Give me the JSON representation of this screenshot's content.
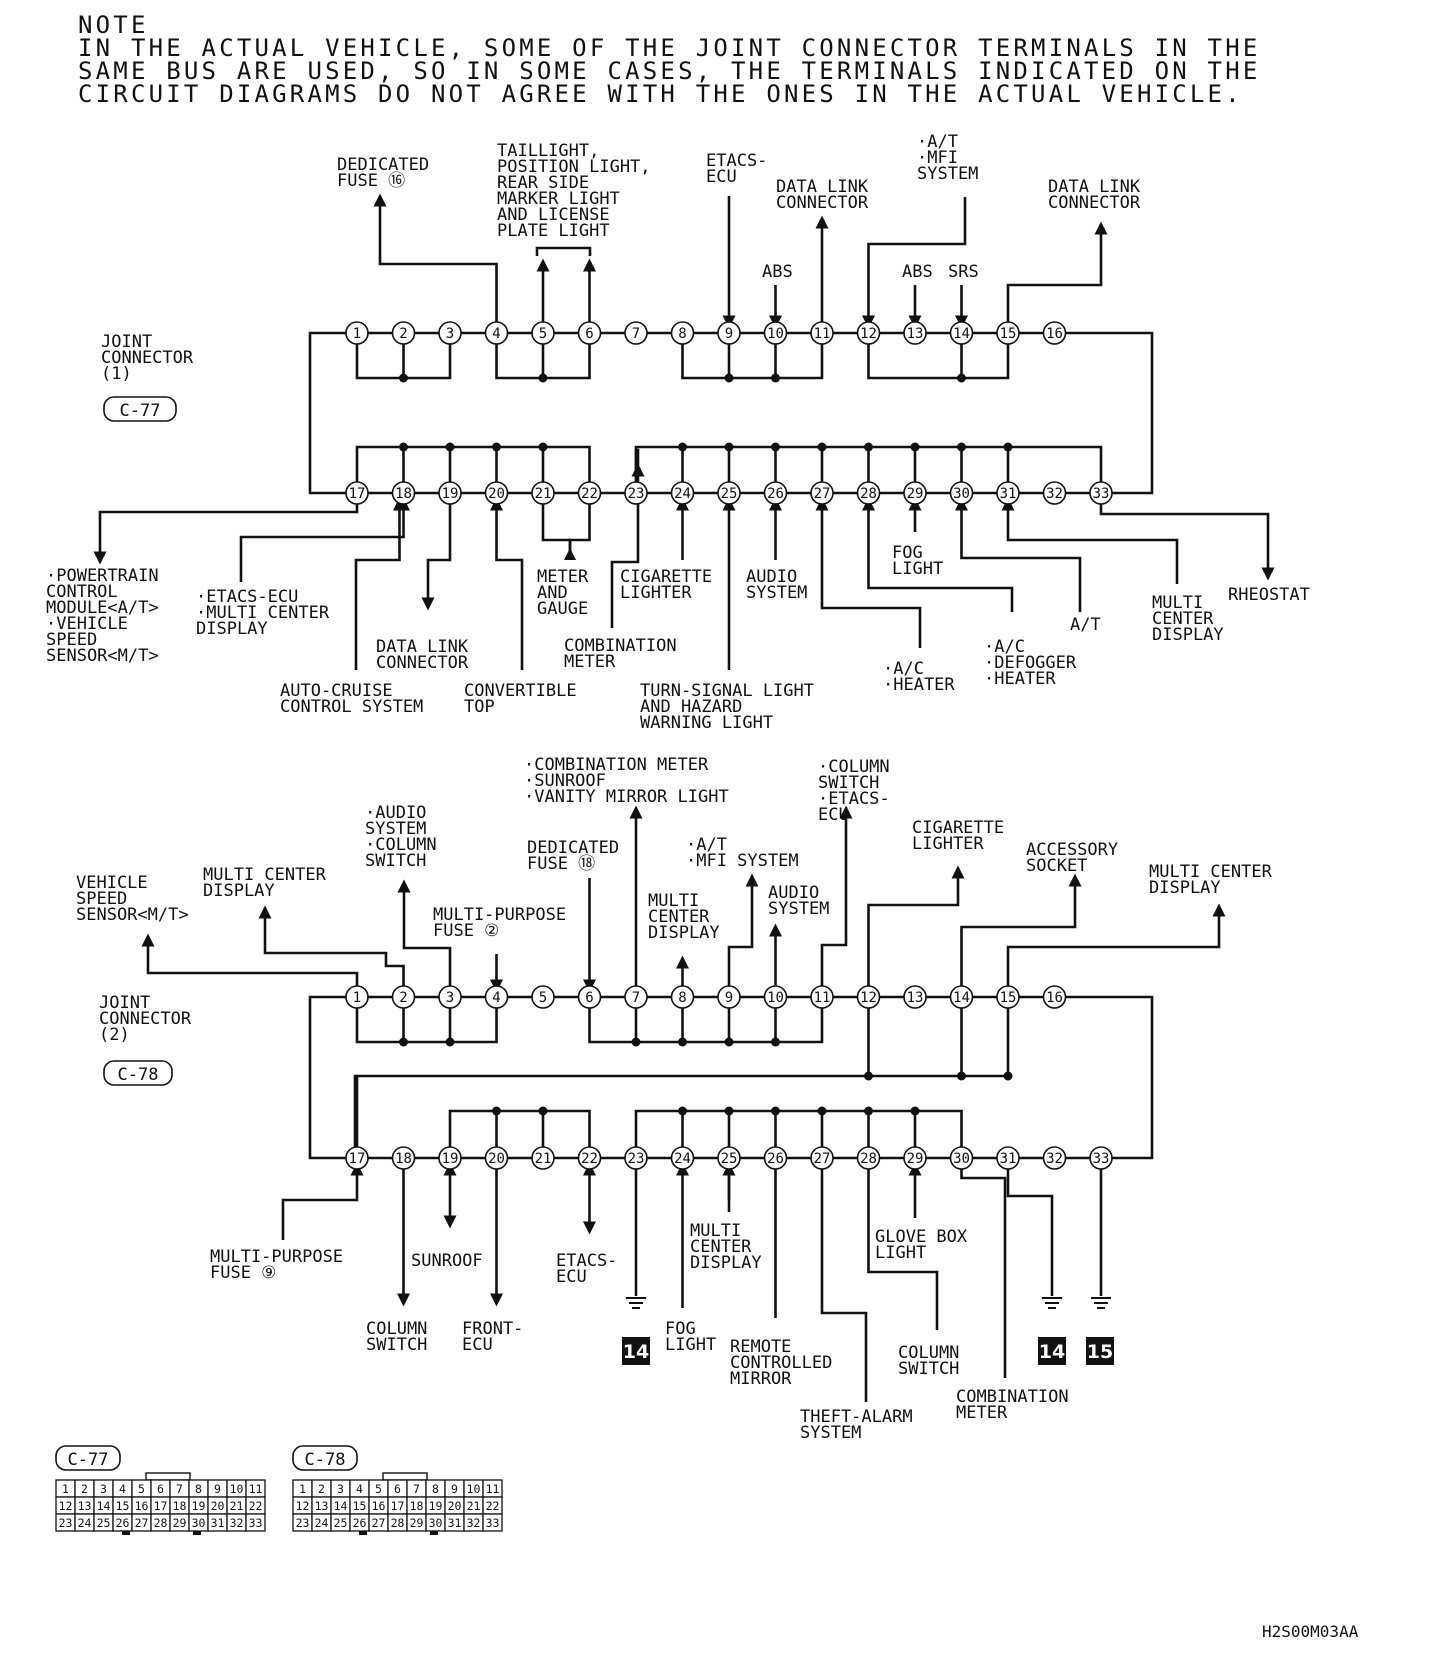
{
  "note": {
    "title": "NOTE",
    "lines": [
      "IN THE ACTUAL VEHICLE, SOME OF THE JOINT CONNECTOR TERMINALS IN THE",
      "SAME BUS ARE USED, SO IN SOME CASES, THE TERMINALS INDICATED ON THE",
      "CIRCUIT DIAGRAMS DO NOT AGREE WITH THE ONES IN THE ACTUAL VEHICLE."
    ]
  },
  "jc1": {
    "name": [
      "JOINT",
      "CONNECTOR",
      "(1)"
    ],
    "code": "C-77",
    "labels": {
      "dedicated_fuse": [
        "DEDICATED",
        "FUSE ⑯"
      ],
      "taillight": [
        "TAILLIGHT,",
        "POSITION LIGHT,",
        "REAR SIDE",
        "MARKER LIGHT",
        "AND LICENSE",
        "PLATE LIGHT"
      ],
      "etacs_top": [
        "ETACS-",
        "ECU"
      ],
      "dlc_11": [
        "DATA LINK",
        "CONNECTOR"
      ],
      "abs_10": "ABS",
      "at_mfi": [
        "·A/T",
        "·MFI",
        "SYSTEM"
      ],
      "abs_13": "ABS",
      "srs_14": "SRS",
      "dlc_15": [
        "DATA LINK",
        "CONNECTOR"
      ],
      "pcm": [
        "·POWERTRAIN",
        "CONTROL",
        "MODULE<A/T>",
        "·VEHICLE",
        "SPEED",
        "SENSOR<M/T>"
      ],
      "etacs_mcd": [
        "·ETACS-ECU",
        "·MULTI CENTER",
        "DISPLAY"
      ],
      "auto_cruise": [
        "AUTO-CRUISE",
        "CONTROL SYSTEM"
      ],
      "dlc_19": [
        "DATA LINK",
        "CONNECTOR"
      ],
      "convertible": [
        "CONVERTIBLE",
        "TOP"
      ],
      "meter_gauge": [
        "METER",
        "AND",
        "GAUGE"
      ],
      "combination_meter": [
        "COMBINATION",
        "METER"
      ],
      "cigarette": [
        "CIGARETTE",
        "LIGHTER"
      ],
      "turn_signal": [
        "TURN-SIGNAL LIGHT",
        "AND HAZARD",
        "WARNING LIGHT"
      ],
      "audio": [
        "AUDIO",
        "SYSTEM"
      ],
      "ac_heater": [
        "·A/C",
        "·HEATER"
      ],
      "fog": [
        "FOG",
        "LIGHT"
      ],
      "ac_def_heater": [
        "·A/C",
        "·DEFOGGER",
        "·HEATER"
      ],
      "at_31": "A/T",
      "mcd_31": [
        "MULTI",
        "CENTER",
        "DISPLAY"
      ],
      "rheostat": "RHEOSTAT"
    }
  },
  "jc2": {
    "name": [
      "JOINT",
      "CONNECTOR",
      "(2)"
    ],
    "code": "C-78",
    "labels": {
      "vss": [
        "VEHICLE",
        "SPEED",
        "SENSOR<M/T>"
      ],
      "mcd_2": [
        "MULTI CENTER",
        "DISPLAY"
      ],
      "audio_col": [
        "·AUDIO",
        "SYSTEM",
        "·COLUMN",
        "SWITCH"
      ],
      "mp_fuse2": [
        "MULTI-PURPOSE",
        "FUSE ②"
      ],
      "comb_sun_vanity": [
        "·COMBINATION METER",
        "·SUNROOF",
        "·VANITY MIRROR LIGHT"
      ],
      "ded_fuse18": [
        "DEDICATED",
        "FUSE ⑱"
      ],
      "mcd_8": [
        "MULTI",
        "CENTER",
        "DISPLAY"
      ],
      "at_mfi": [
        "·A/T",
        "·MFI SYSTEM"
      ],
      "audio_10": [
        "AUDIO",
        "SYSTEM"
      ],
      "col_etacs": [
        "·COLUMN",
        "SWITCH",
        "·ETACS-",
        "ECU"
      ],
      "cig_12": [
        "CIGARETTE",
        "LIGHTER"
      ],
      "accessory": [
        "ACCESSORY",
        "SOCKET"
      ],
      "mcd_15": [
        "MULTI CENTER",
        "DISPLAY"
      ],
      "mp_fuse9": [
        "MULTI-PURPOSE",
        "FUSE ⑨"
      ],
      "column_18": [
        "COLUMN",
        "SWITCH"
      ],
      "sunroof": "SUNROOF",
      "front_ecu": [
        "FRONT-",
        "ECU"
      ],
      "etacs_22": [
        "ETACS-",
        "ECU"
      ],
      "ground_14": "14",
      "fog_24": [
        "FOG",
        "LIGHT"
      ],
      "mcd_25": [
        "MULTI",
        "CENTER",
        "DISPLAY"
      ],
      "remote_mirror": [
        "REMOTE",
        "CONTROLLED",
        "MIRROR"
      ],
      "theft": [
        "THEFT-ALARM",
        "SYSTEM"
      ],
      "glove": [
        "GLOVE BOX",
        "LIGHT"
      ],
      "column_29": [
        "COLUMN",
        "SWITCH"
      ],
      "comb_30": [
        "COMBINATION",
        "METER"
      ],
      "ground_31": "14",
      "ground_33": "15"
    }
  },
  "pins_top": [
    "1",
    "2",
    "3",
    "4",
    "5",
    "6",
    "7",
    "8",
    "9",
    "10",
    "11",
    "12",
    "13",
    "14",
    "15",
    "16"
  ],
  "pins_bottom": [
    "17",
    "18",
    "19",
    "20",
    "21",
    "22",
    "23",
    "24",
    "25",
    "26",
    "27",
    "28",
    "29",
    "30",
    "31",
    "32",
    "33"
  ],
  "connector_grid": [
    [
      "1",
      "2",
      "3",
      "4",
      "5",
      "6",
      "7",
      "8",
      "9",
      "10",
      "11"
    ],
    [
      "12",
      "13",
      "14",
      "15",
      "16",
      "17",
      "18",
      "19",
      "20",
      "21",
      "22"
    ],
    [
      "23",
      "24",
      "25",
      "26",
      "27",
      "28",
      "29",
      "30",
      "31",
      "32",
      "33"
    ]
  ],
  "figure_code": "H2S00M03AA"
}
